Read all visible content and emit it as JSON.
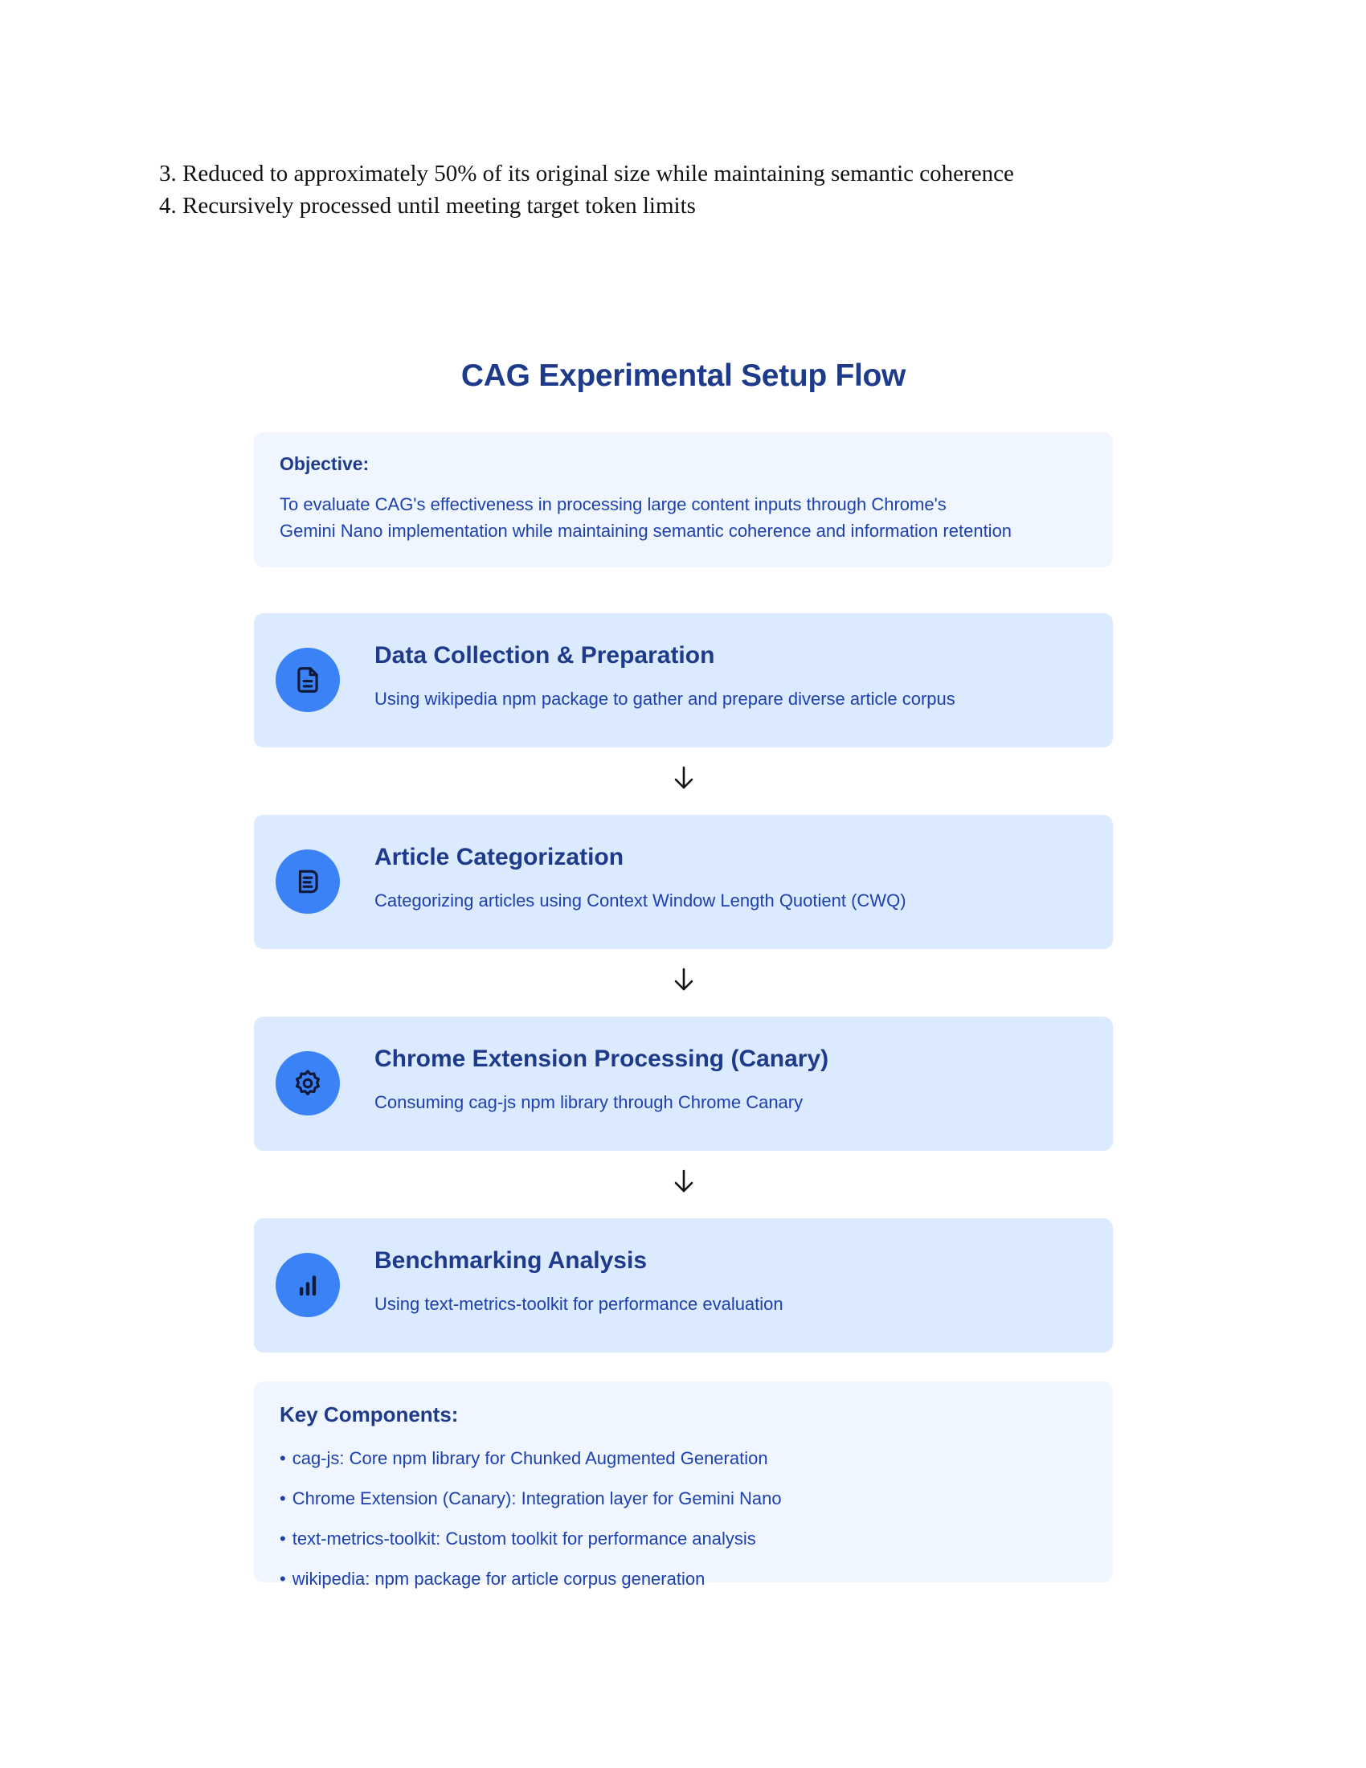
{
  "document": {
    "list_items": [
      "3. Reduced to approximately 50% of its original size while maintaining semantic coherence",
      "4. Recursively processed until meeting target token limits"
    ]
  },
  "diagram": {
    "title": "CAG Experimental Setup Flow",
    "objective": {
      "label": "Objective:",
      "text_line1": "To evaluate CAG's effectiveness in processing large content inputs through Chrome's",
      "text_line2": "Gemini Nano implementation while maintaining semantic coherence and information retention"
    },
    "steps": [
      {
        "icon": "document-icon",
        "title": "Data Collection & Preparation",
        "description": "Using wikipedia npm package to gather and prepare diverse article corpus"
      },
      {
        "icon": "category-icon",
        "title": "Article Categorization",
        "description": "Categorizing articles using Context Window Length Quotient (CWQ)"
      },
      {
        "icon": "gear-icon",
        "title": "Chrome Extension Processing (Canary)",
        "description": "Consuming cag-js npm library through Chrome Canary"
      },
      {
        "icon": "bar-chart-icon",
        "title": "Benchmarking Analysis",
        "description": "Using text-metrics-toolkit for performance evaluation"
      }
    ],
    "key_components": {
      "title": "Key Components:",
      "bullet": "•",
      "items": [
        "cag-js: Core npm library for Chunked Augmented Generation",
        "Chrome Extension (Canary): Integration layer for Gemini Nano",
        "text-metrics-toolkit: Custom toolkit for performance analysis",
        "wikipedia: npm package for article corpus generation"
      ]
    },
    "colors": {
      "title": "#1e3a8a",
      "body_text": "#1e40af",
      "step_background": "#dbeafe",
      "panel_background": "#eff6ff",
      "icon_circle": "#3b82f6"
    }
  }
}
